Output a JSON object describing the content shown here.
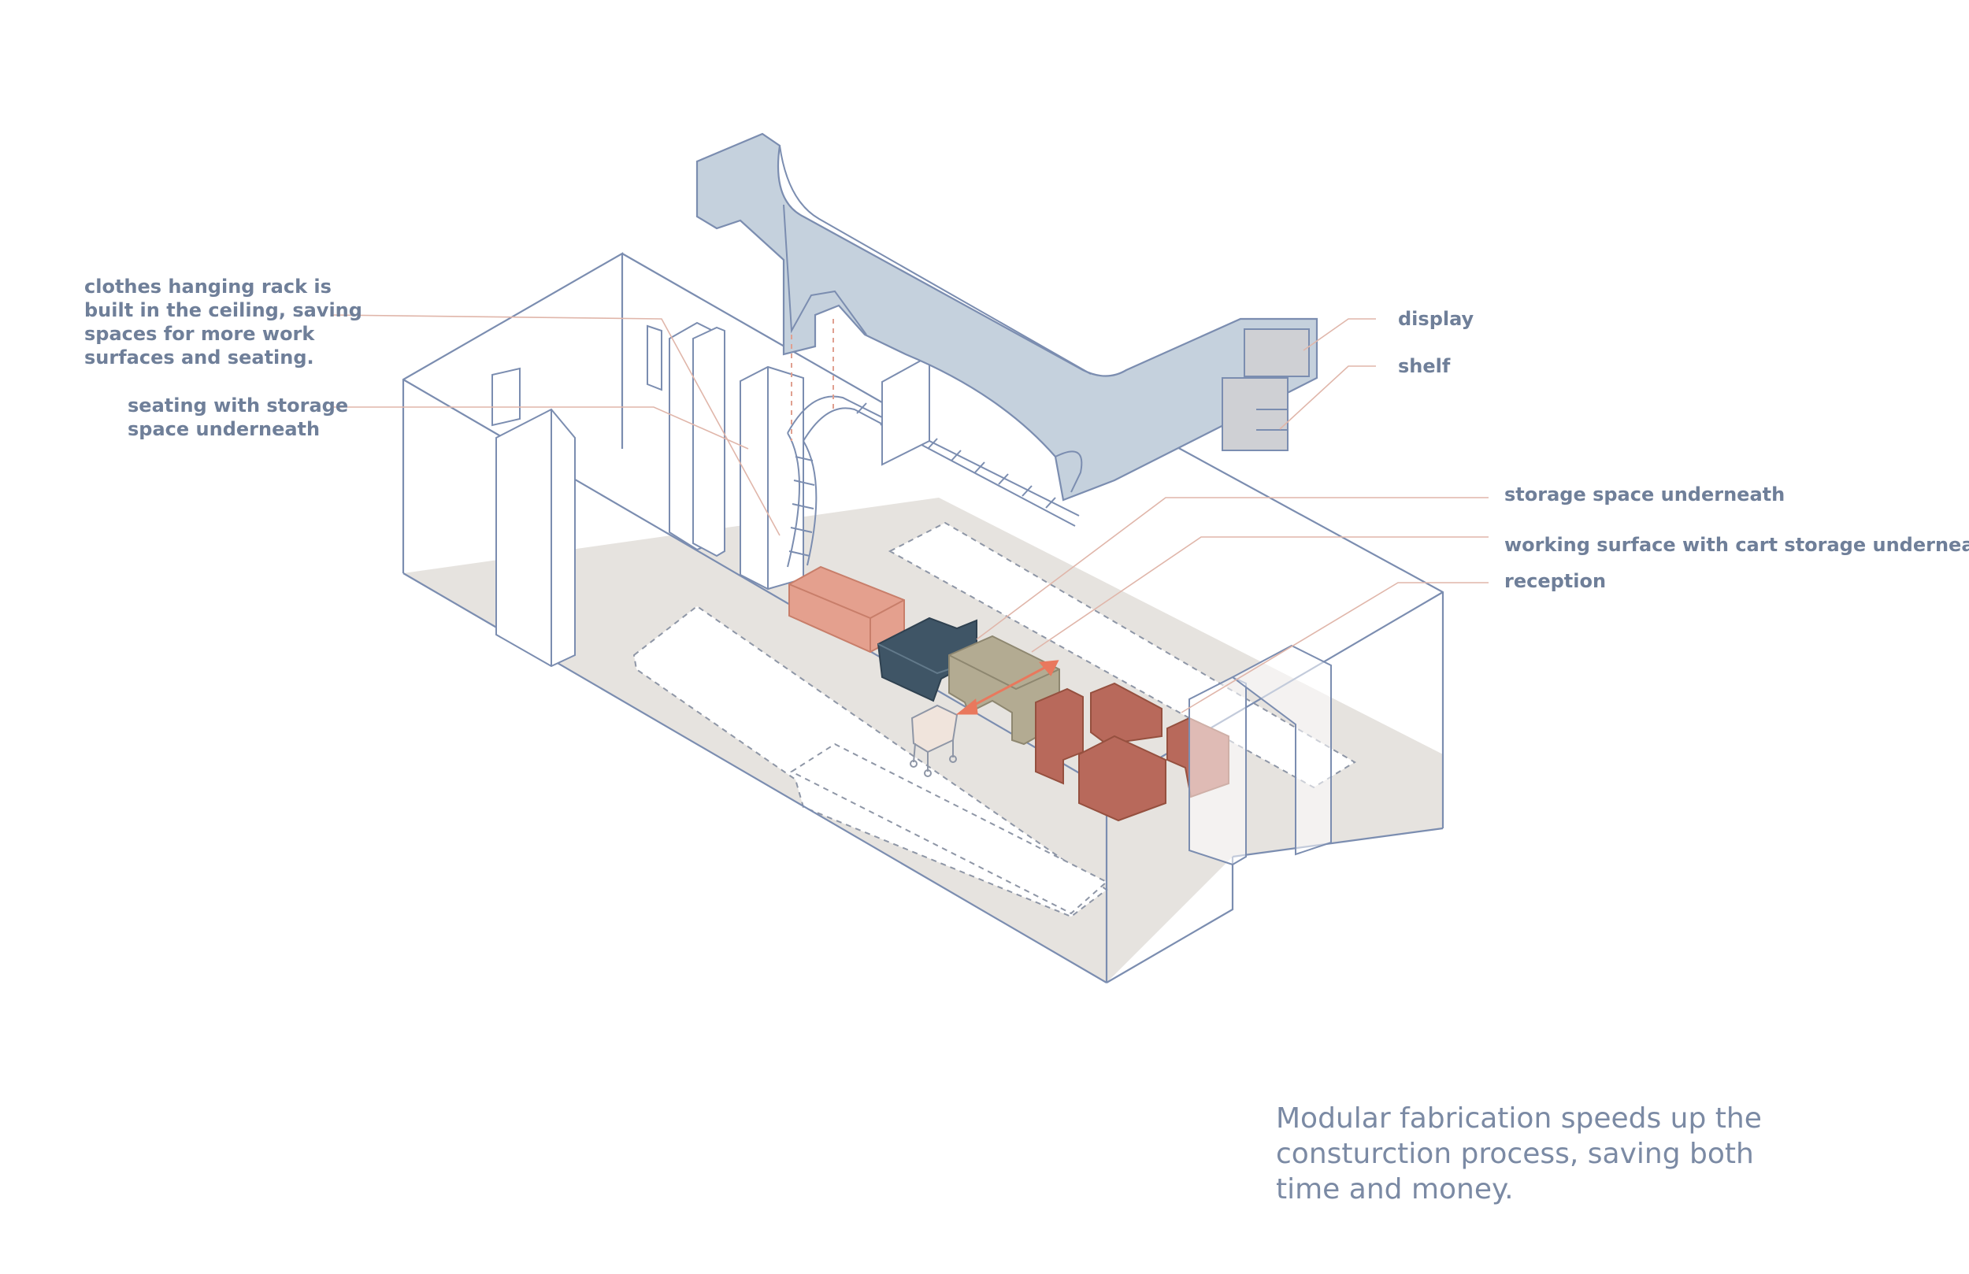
{
  "labels": {
    "hanging_rack": [
      "clothes hanging rack is",
      "built in the ceiling, saving",
      "spaces for more work",
      "surfaces and seating."
    ],
    "seating": [
      "seating with storage",
      "space underneath"
    ],
    "display": "display",
    "shelf": "shelf",
    "storage": "storage space underneath",
    "working_surface": "working surface with cart storage underneath",
    "reception": "reception"
  },
  "caption": [
    "Modular fabrication speeds up the",
    "consturction process, saving both",
    "time and money."
  ],
  "colors": {
    "outline": "#7b8db0",
    "floor": "#e6e3df",
    "ceiling_rack": "#c5d1dd",
    "shelf_gray": "#cfd0d4",
    "storage_pink": "#e4a08e",
    "seating_navy": "#3f5566",
    "working_olive": "#b3ab92",
    "reception_red": "#b8695b",
    "leader": "#e0b6aa",
    "arrow": "#e9785d",
    "text": "#6f7f99"
  }
}
